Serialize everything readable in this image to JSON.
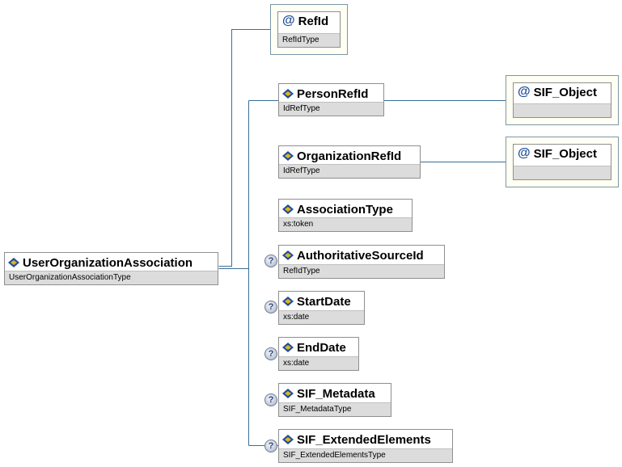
{
  "root": {
    "name": "UserOrganizationAssociation",
    "type": "UserOrganizationAssociationType"
  },
  "attribute": {
    "symbol": "@",
    "name": "RefId",
    "type": "RefIdType"
  },
  "elements": [
    {
      "name": "PersonRefId",
      "type": "IdRefType",
      "optional": false
    },
    {
      "name": "OrganizationRefId",
      "type": "IdRefType",
      "optional": false
    },
    {
      "name": "AssociationType",
      "type": "xs:token",
      "optional": false
    },
    {
      "name": "AuthoritativeSourceId",
      "type": "RefIdType",
      "optional": true
    },
    {
      "name": "StartDate",
      "type": "xs:date",
      "optional": true
    },
    {
      "name": "EndDate",
      "type": "xs:date",
      "optional": true
    },
    {
      "name": "SIF_Metadata",
      "type": "SIF_MetadataType",
      "optional": true
    },
    {
      "name": "SIF_ExtendedElements",
      "type": "SIF_ExtendedElementsType",
      "optional": true
    }
  ],
  "references": [
    {
      "symbol": "@",
      "name": "SIF_Object",
      "type": ""
    },
    {
      "symbol": "@",
      "name": "SIF_Object",
      "type": ""
    }
  ],
  "optional_marker": "?",
  "colors": {
    "wire": "#3a6e95",
    "icon_blue": "#1f4e9a",
    "icon_gold": "#e2b31f"
  }
}
